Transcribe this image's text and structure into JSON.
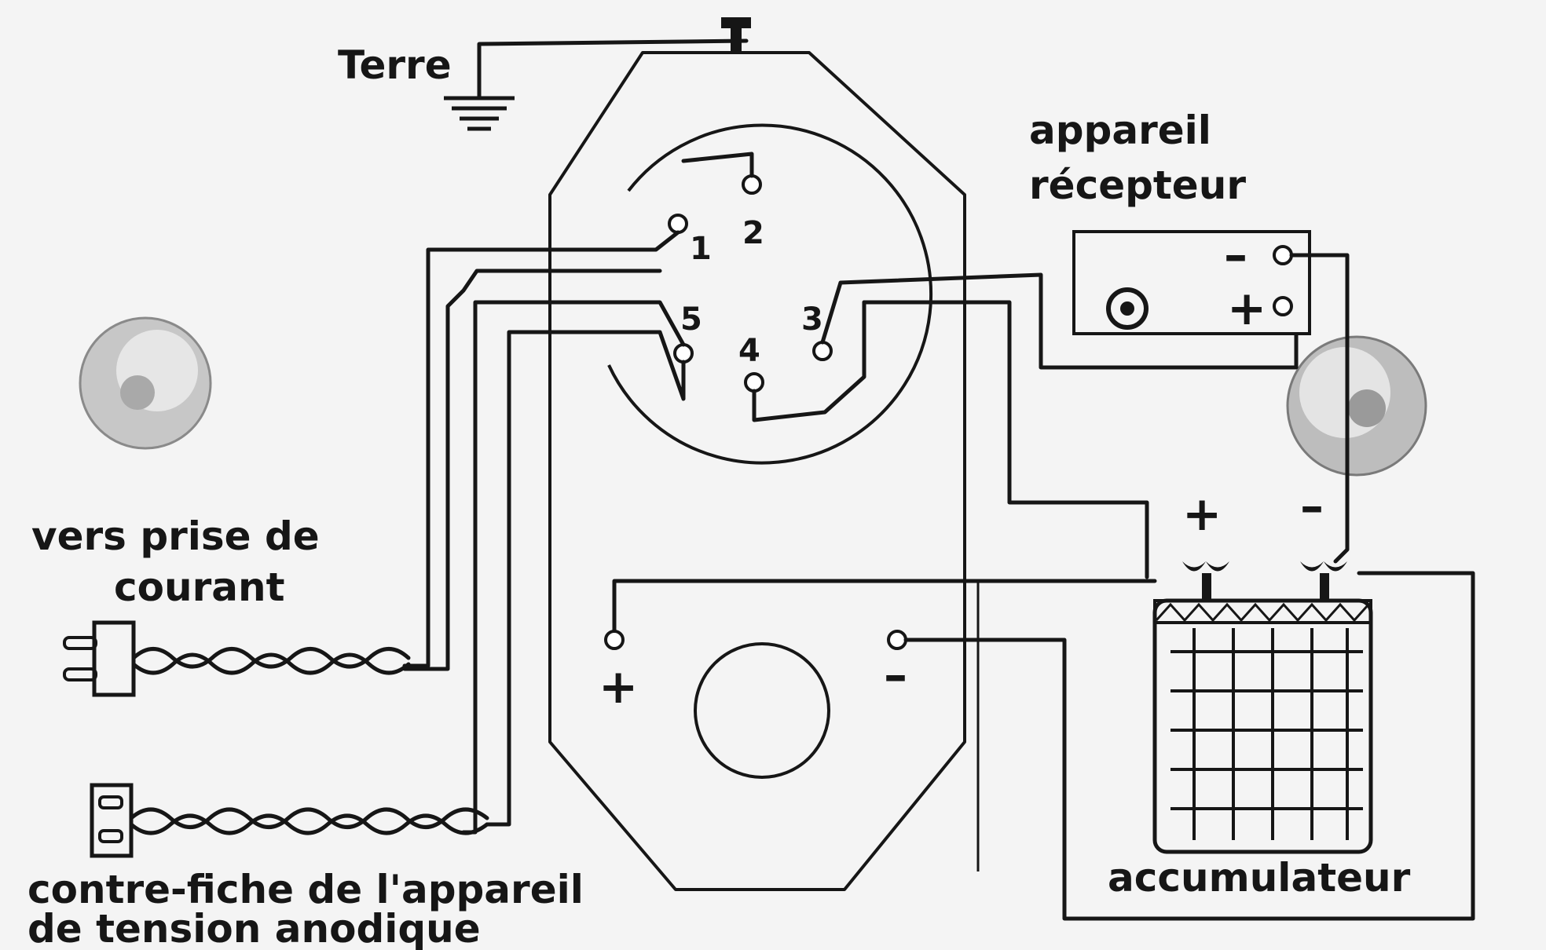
{
  "labels": {
    "earth": "Terre",
    "receiver_line1": "appareil",
    "receiver_line2": "récepteur",
    "mains_line1": "vers prise de",
    "mains_line2": "courant",
    "plug_line1": "contre-fiche de l'appareil",
    "plug_line2": "de tension anodique",
    "battery": "accumulateur"
  },
  "socket_pins": [
    "1",
    "2",
    "3",
    "4",
    "5"
  ],
  "polarity": {
    "receiver_minus": "–",
    "receiver_plus": "+",
    "battery_plus": "+",
    "battery_minus": "–",
    "charger_plus": "+",
    "charger_minus": "–"
  },
  "colors": {
    "ink": "#161616",
    "paper": "#f4f4f4",
    "hole": "#bdbdbd"
  },
  "icons": [
    "earth-ground-icon",
    "mains-plug-icon",
    "anode-plug-icon",
    "battery-icon",
    "mounting-hole-icon",
    "wing-nut-icon"
  ]
}
